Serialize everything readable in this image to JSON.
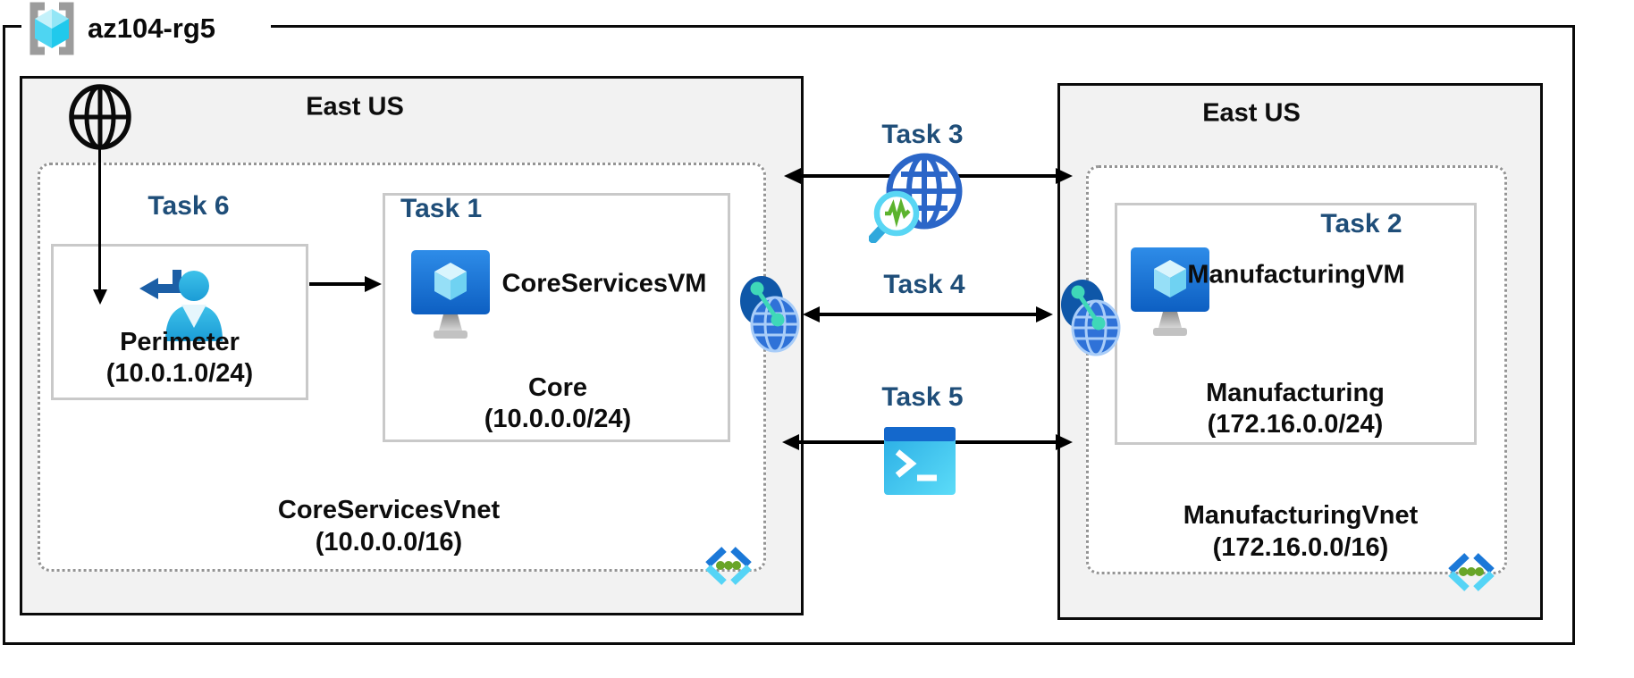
{
  "resource_group": {
    "name": "az104-rg5"
  },
  "regions": {
    "left": {
      "name": "East US",
      "vnet": {
        "name": "CoreServicesVnet",
        "cidr": "(10.0.0.0/16)"
      },
      "vm": {
        "name": "CoreServicesVM"
      },
      "subnets": {
        "perimeter": {
          "name": "Perimeter",
          "cidr": "(10.0.1.0/24)"
        },
        "core": {
          "name": "Core",
          "cidr": "(10.0.0.0/24)"
        }
      }
    },
    "right": {
      "name": "East US",
      "vnet": {
        "name": "ManufacturingVnet",
        "cidr": "(172.16.0.0/16)"
      },
      "vm": {
        "name": "ManufacturingVM"
      },
      "subnets": {
        "manufacturing": {
          "name": "Manufacturing",
          "cidr": "(172.16.0.0/24)"
        }
      }
    }
  },
  "tasks": {
    "t1": "Task 1",
    "t2": "Task 2",
    "t3": "Task 3",
    "t4": "Task 4",
    "t5": "Task 5",
    "t6": "Task 6"
  },
  "icons": {
    "resource_group": "azure-resource-group-brackets-cube",
    "internet": "globe-outline",
    "perimeter_user": "person-with-return-arrow",
    "virtual_machine": "azure-vm-monitor-cube",
    "vnet_peering": "double-globe-with-teal-link",
    "network_watcher": "globe-with-magnifier-pulse",
    "cloud_shell": "terminal-prompt-window",
    "virtual_network": "chevrons-with-green-dots"
  },
  "colors": {
    "task_label": "#1f4e79",
    "region_fill": "#f2f2f2",
    "region_border": "#0a0a0a",
    "box_border": "#c9c9c9",
    "dotted_border": "#949494",
    "azure_blue": "#1570cf",
    "light_cyan": "#50d0f0",
    "teal": "#3fd8b8",
    "green": "#68a528",
    "arrow": "#000000"
  }
}
